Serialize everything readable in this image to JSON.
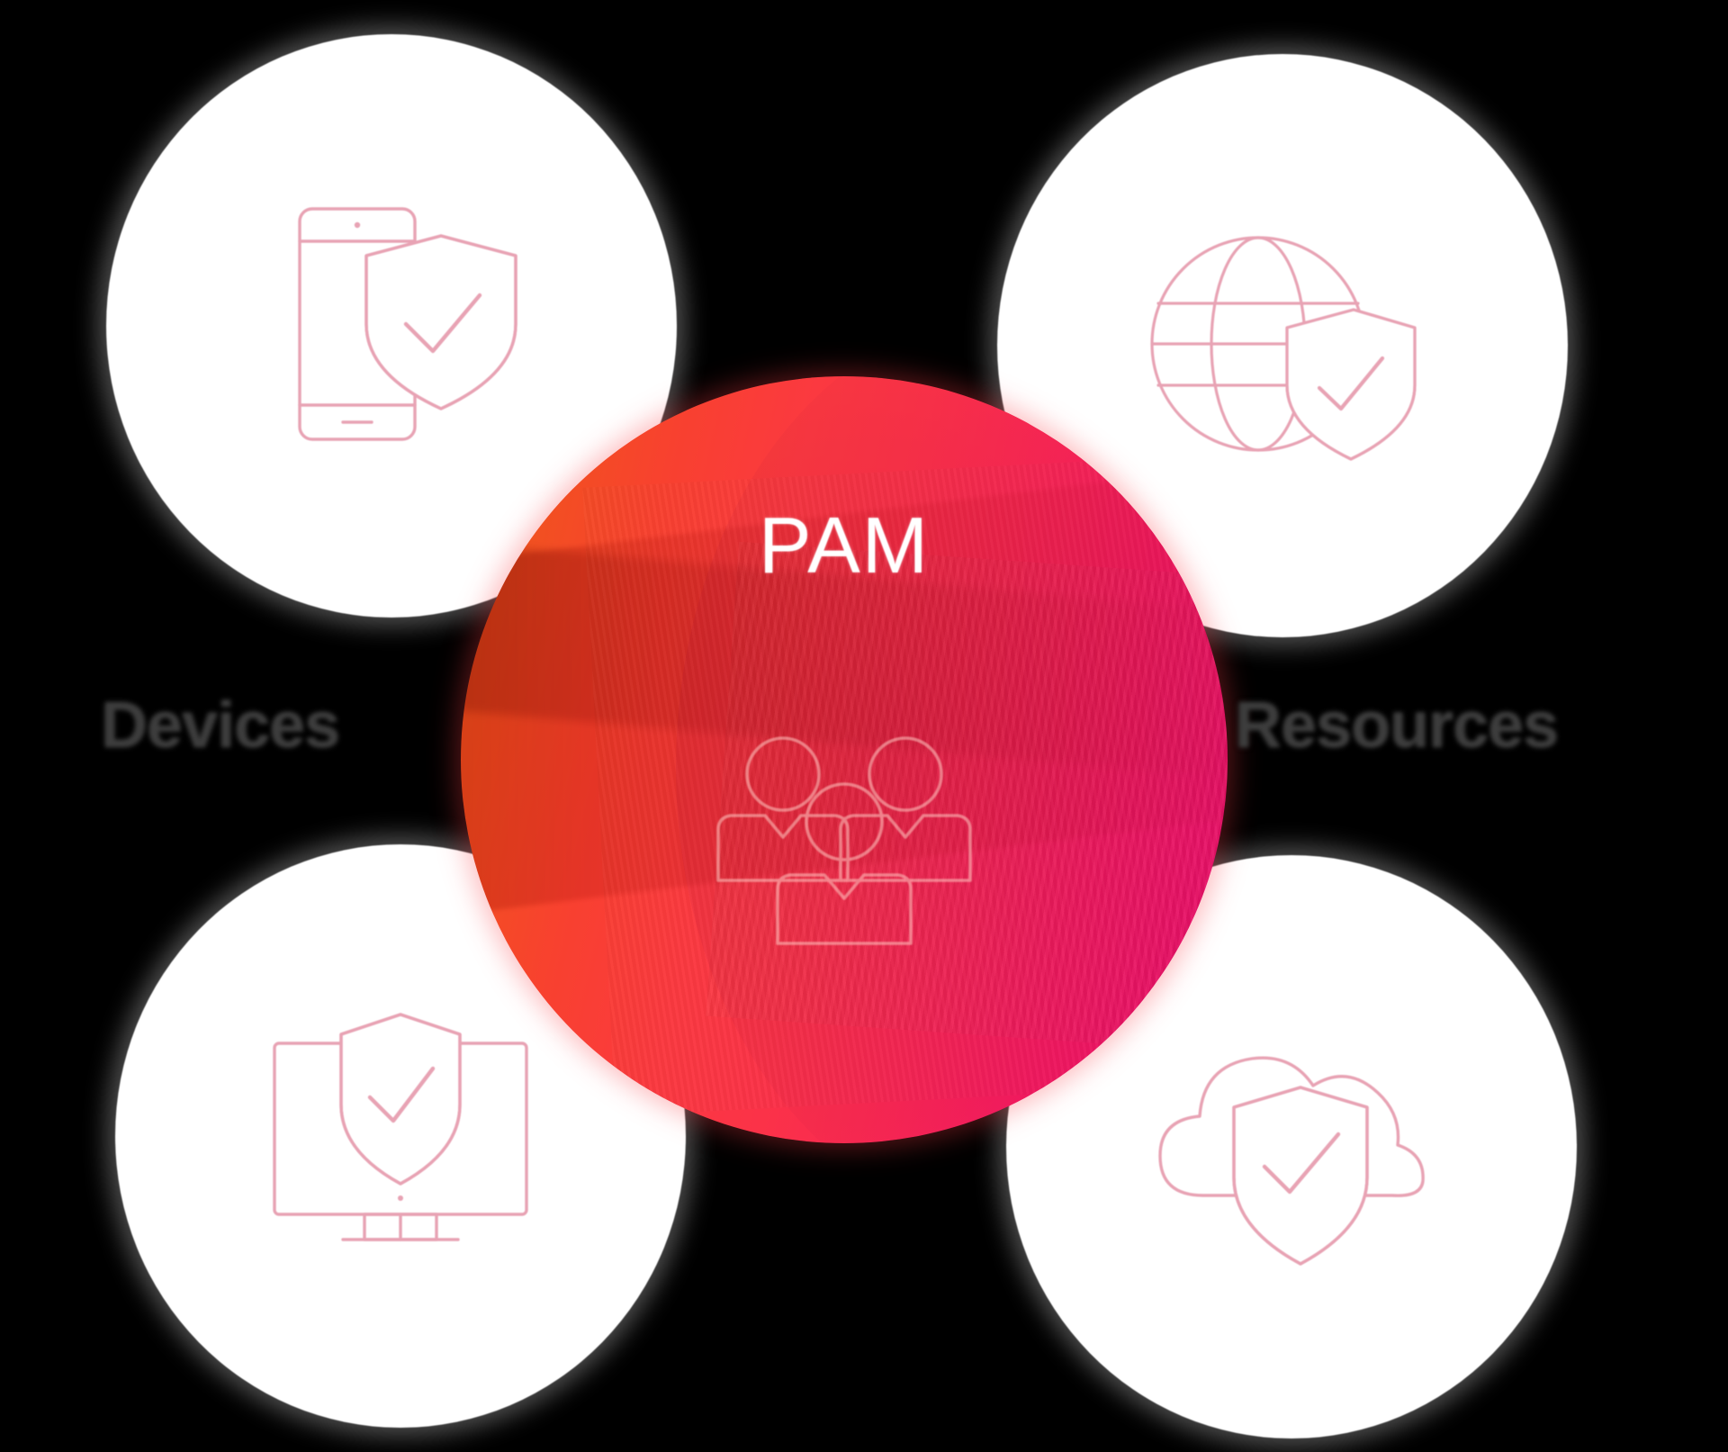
{
  "background_color": "#000000",
  "center": {
    "label": "PAM",
    "icon": "group-of-people-icon",
    "gradient_from": "#ef5f18",
    "gradient_to": "#ec0f6e",
    "label_color": "#ffffff"
  },
  "labels": {
    "left": "Devices",
    "right": "Resources",
    "color": "#3d3d3d"
  },
  "nodes": [
    {
      "id": "top-left",
      "icon": "mobile-phone-shield-check-icon",
      "icon_color": "#e8a3b4",
      "circle_color": "#ffffff"
    },
    {
      "id": "top-right",
      "icon": "globe-shield-check-icon",
      "icon_color": "#e8a3b4",
      "circle_color": "#ffffff"
    },
    {
      "id": "bottom-left",
      "icon": "desktop-monitor-shield-check-icon",
      "icon_color": "#e8a3b4",
      "circle_color": "#ffffff"
    },
    {
      "id": "bottom-right",
      "icon": "cloud-shield-check-icon",
      "icon_color": "#e8a3b4",
      "circle_color": "#ffffff"
    }
  ]
}
